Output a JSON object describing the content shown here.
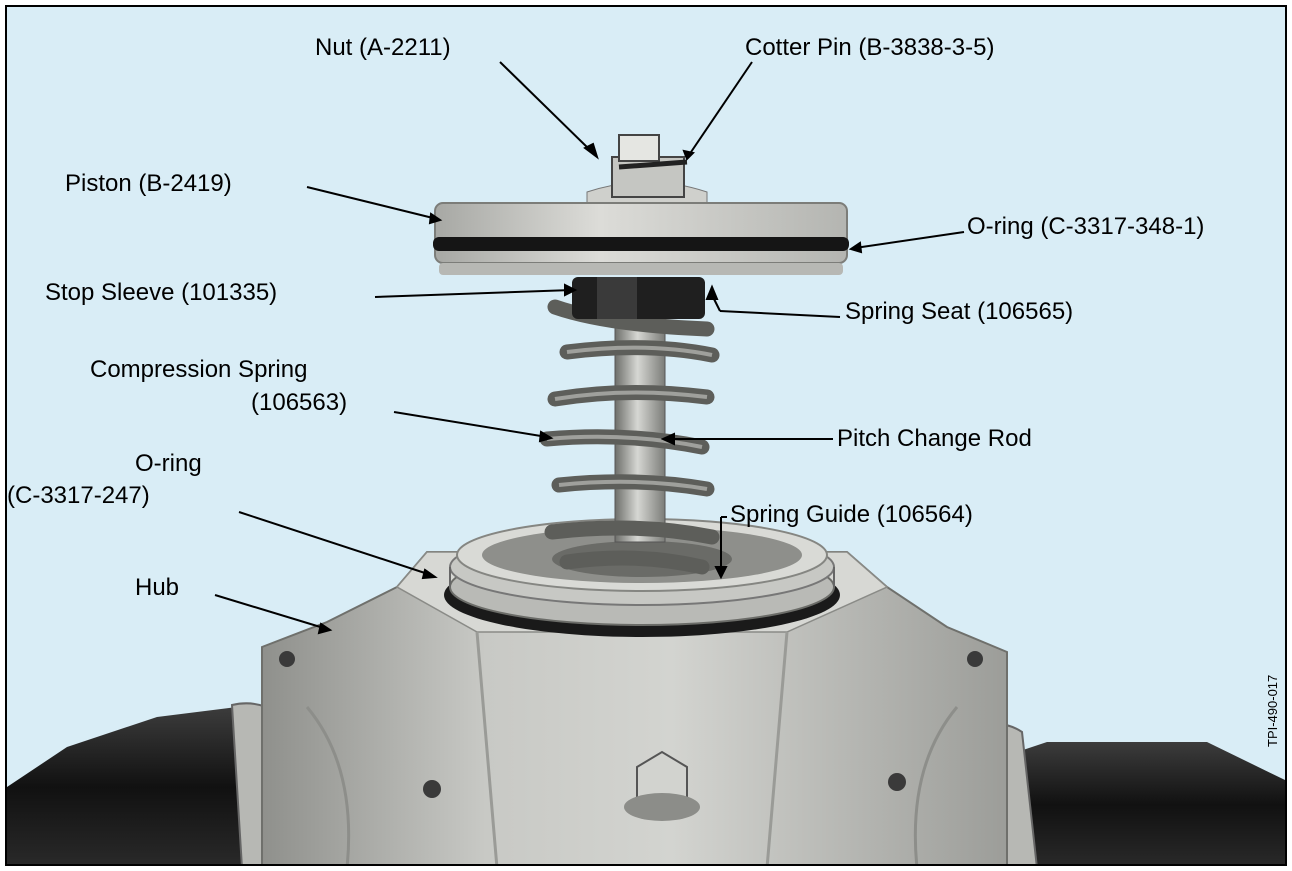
{
  "colors": {
    "background": "#d9edf6",
    "metal": "#c9cac6",
    "dark_metal": "#2b2b2b",
    "leader": "#000000"
  },
  "labels": {
    "nut": "Nut (A-2211)",
    "cotter_pin": "Cotter Pin (B-3838-3-5)",
    "piston": "Piston (B-2419)",
    "o_ring_top": "O-ring (C-3317-348-1)",
    "stop_sleeve": "Stop Sleeve (101335)",
    "spring_seat": "Spring Seat (106565)",
    "compression_spring_line1": "Compression Spring",
    "compression_spring_line2": "(106563)",
    "pitch_change_rod": "Pitch Change Rod",
    "o_ring_lower_line1": "O-ring",
    "o_ring_lower_line2": "(C-3317-247)",
    "spring_guide": "Spring Guide (106564)",
    "hub": "Hub"
  },
  "figure_code": "TPI-490-017"
}
